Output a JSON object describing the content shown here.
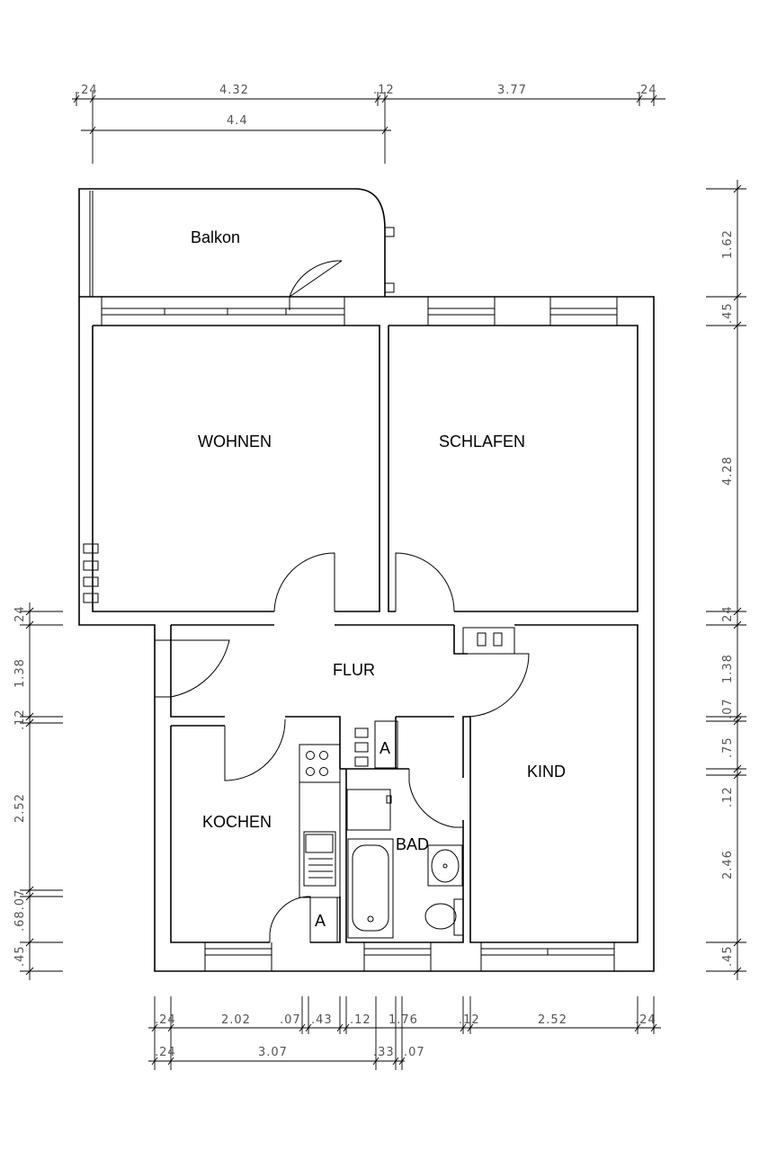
{
  "rooms": {
    "balkon": "Balkon",
    "wohnen": "WOHNEN",
    "schlafen": "SCHLAFEN",
    "flur": "FLUR",
    "kochen": "KOCHEN",
    "bad": "BAD",
    "kind": "KIND",
    "a_top": "A",
    "a_bottom": "A"
  },
  "dims_top": {
    "row1": [
      ".24",
      "4.32",
      ".12",
      "3.77",
      ".24"
    ],
    "row2": [
      "4.4"
    ]
  },
  "dims_bottom": {
    "row1": [
      ".24",
      "2.02",
      ".07",
      ".43",
      ".12",
      "1.76",
      ".12",
      "2.52",
      ".24"
    ],
    "row2": [
      ".24",
      "3.07",
      ".33",
      ".07"
    ]
  },
  "dims_right": [
    "1.62",
    ".45",
    "4.28",
    ".24",
    "1.38",
    ".07",
    ".75",
    ".12",
    "2.46",
    ".45"
  ],
  "dims_left": [
    ".24",
    "1.38",
    ".12",
    "2.52",
    ".68.07",
    ".45"
  ]
}
